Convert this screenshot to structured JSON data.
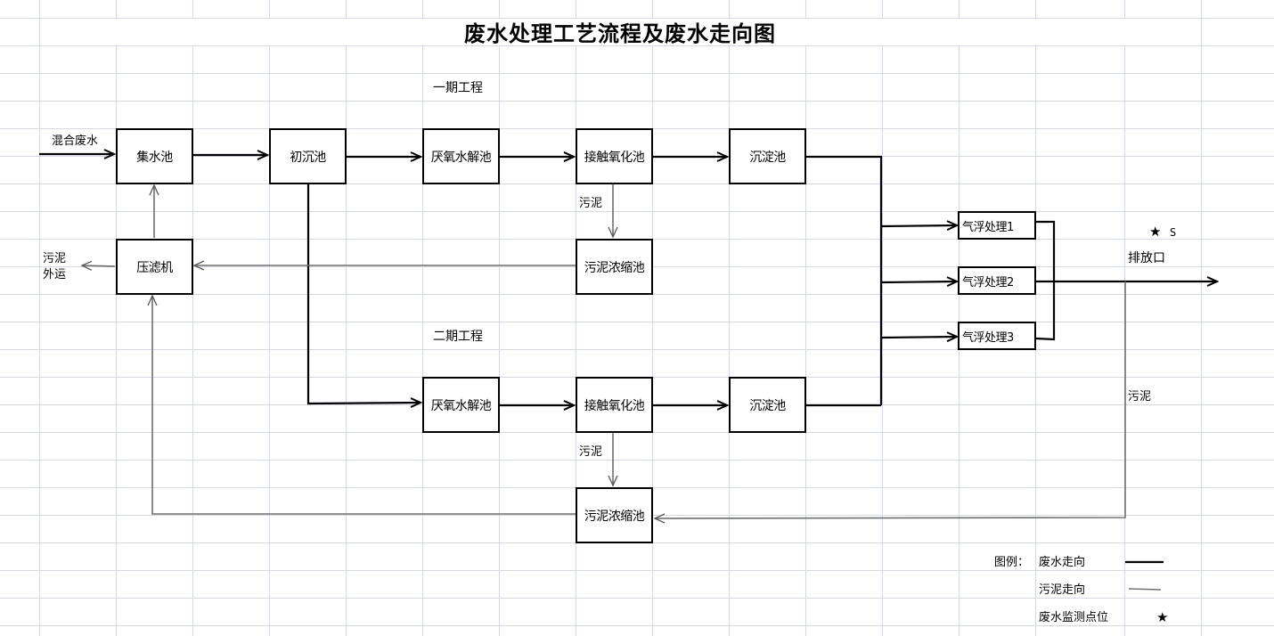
{
  "title": "废水处理工艺流程及废水走向图",
  "phases": {
    "phase1": "一期工程",
    "phase2": "二期工程"
  },
  "inputs": {
    "mixed_wastewater": "混合废水"
  },
  "nodes": {
    "collection_tank": "集水池",
    "primary_settling_tank": "初沉池",
    "filter_press": "压滤机",
    "p1_anaerobic_hydrolysis_tank": "厌氧水解池",
    "p1_contact_oxidation_tank": "接触氧化池",
    "p1_sedimentation_tank": "沉淀池",
    "p1_sludge_thickener": "污泥浓缩池",
    "p2_anaerobic_hydrolysis_tank": "厌氧水解池",
    "p2_contact_oxidation_tank": "接触氧化池",
    "p2_sedimentation_tank": "沉淀池",
    "p2_sludge_thickener": "污泥浓缩池",
    "air_flotation_1": "气浮处理1",
    "air_flotation_2": "气浮处理2",
    "air_flotation_3": "气浮处理3"
  },
  "labels": {
    "sludge_p1": "污泥",
    "sludge_p2": "污泥",
    "sludge_outfall": "污泥",
    "sludge_out_line1": "污泥",
    "sludge_out_line2": "外运",
    "outfall": "排放口",
    "monitor_point_label": "S"
  },
  "legend": {
    "title": "图例：",
    "items": [
      {
        "label": "废水走向",
        "symbol": "thick-line"
      },
      {
        "label": "污泥走向",
        "symbol": "thin-line"
      },
      {
        "label": "废水监测点位",
        "symbol": "star"
      }
    ]
  },
  "edges": [
    {
      "from": "混合废水",
      "to": "集水池",
      "type": "wastewater"
    },
    {
      "from": "集水池",
      "to": "初沉池",
      "type": "wastewater"
    },
    {
      "from": "初沉池",
      "to": "厌氧水解池 (一期)",
      "type": "wastewater"
    },
    {
      "from": "厌氧水解池 (一期)",
      "to": "接触氧化池 (一期)",
      "type": "wastewater"
    },
    {
      "from": "接触氧化池 (一期)",
      "to": "沉淀池 (一期)",
      "type": "wastewater"
    },
    {
      "from": "初沉池",
      "to": "厌氧水解池 (二期)",
      "type": "wastewater"
    },
    {
      "from": "厌氧水解池 (二期)",
      "to": "接触氧化池 (二期)",
      "type": "wastewater"
    },
    {
      "from": "接触氧化池 (二期)",
      "to": "沉淀池 (二期)",
      "type": "wastewater"
    },
    {
      "from": "沉淀池",
      "to": "气浮处理1/2/3",
      "type": "wastewater"
    },
    {
      "from": "气浮处理1/2/3",
      "to": "排放口",
      "type": "wastewater"
    },
    {
      "from": "接触氧化池 (一期)",
      "to": "污泥浓缩池 (一期)",
      "type": "sludge"
    },
    {
      "from": "接触氧化池 (二期)",
      "to": "污泥浓缩池 (二期)",
      "type": "sludge"
    },
    {
      "from": "污泥浓缩池 (一期)",
      "to": "压滤机",
      "type": "sludge"
    },
    {
      "from": "污泥浓缩池 (二期)",
      "to": "压滤机",
      "type": "sludge"
    },
    {
      "from": "压滤机",
      "to": "集水池",
      "type": "sludge"
    },
    {
      "from": "压滤机",
      "to": "污泥外运",
      "type": "sludge"
    },
    {
      "from": "排放口",
      "to": "污泥浓缩池 (二期)",
      "type": "sludge"
    }
  ],
  "colors": {
    "wastewater_line": "#000000",
    "sludge_line": "#6e6e6e",
    "grid": "#d4d9e3"
  }
}
